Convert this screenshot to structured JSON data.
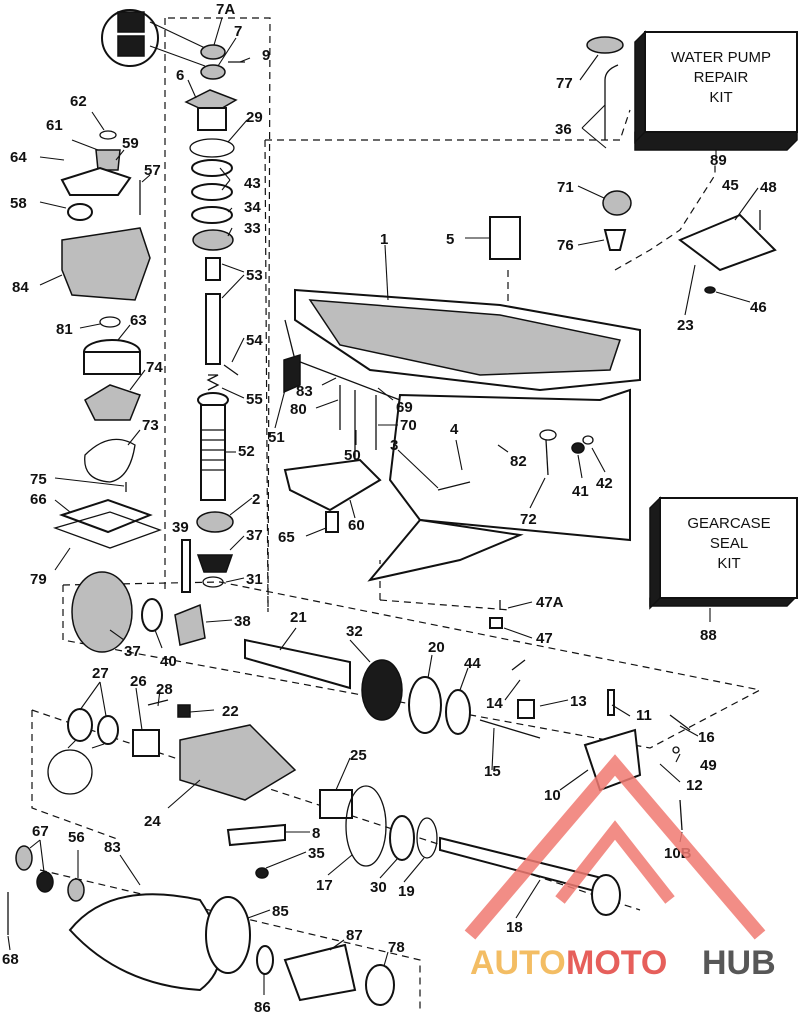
{
  "kits": {
    "water_pump": {
      "line1": "WATER PUMP",
      "line2": "REPAIR",
      "line3": "KIT",
      "number": "89"
    },
    "gearcase_seal": {
      "line1": "GEARCASE",
      "line2": "SEAL",
      "line3": "KIT",
      "number": "88"
    }
  },
  "callouts": {
    "c7A": "7A",
    "c7": "7",
    "c9": "9",
    "c6": "6",
    "c29": "29",
    "c43": "43",
    "c34": "34",
    "c33": "33",
    "c53": "53",
    "c54": "54",
    "c55": "55",
    "c52": "52",
    "c2": "2",
    "c37a": "37",
    "c31": "31",
    "c39": "39",
    "c38": "38",
    "c62": "62",
    "c61": "61",
    "c59": "59",
    "c64": "64",
    "c57": "57",
    "c58": "58",
    "c84": "84",
    "c81": "81",
    "c63": "63",
    "c74": "74",
    "c73": "73",
    "c75": "75",
    "c66": "66",
    "c79": "79",
    "c37b": "37",
    "c40": "40",
    "c77": "77",
    "c36": "36",
    "c71": "71",
    "c76": "76",
    "c45": "45",
    "c48": "48",
    "c46": "46",
    "c23": "23",
    "c1": "1",
    "c5": "5",
    "c83": "83",
    "c80": "80",
    "c69": "69",
    "c51": "51",
    "c50": "50",
    "c70": "70",
    "c3": "3",
    "c4": "4",
    "c82": "82",
    "c41": "41",
    "c42": "42",
    "c72": "72",
    "c60": "60",
    "c65": "65",
    "c47A": "47A",
    "c47": "47",
    "c21": "21",
    "c32": "32",
    "c20": "20",
    "c44": "44",
    "c14": "14",
    "c13": "13",
    "c11": "11",
    "c16": "16",
    "c49": "49",
    "c12": "12",
    "c10": "10",
    "c15": "15",
    "c27": "27",
    "c26": "26",
    "c28": "28",
    "c22": "22",
    "c24": "24",
    "c25": "25",
    "c8": "8",
    "c35": "35",
    "c17": "17",
    "c30": "30",
    "c19": "19",
    "c18": "18",
    "c10B": "10B",
    "c67": "67",
    "c56": "56",
    "c83b": "83",
    "c85": "85",
    "c87": "87",
    "c78": "78",
    "c86": "86",
    "c68": "68"
  },
  "watermark": {
    "part1": "AUTO",
    "part2": "MOTO",
    "part3": "HUB",
    "colors": {
      "auto": "#f2b24a",
      "moto": "#e2443f",
      "hub": "#3a3a3a",
      "triangle": "#f07a72"
    }
  }
}
